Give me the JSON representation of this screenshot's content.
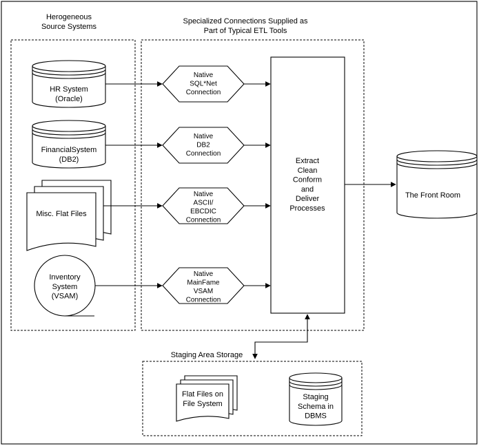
{
  "headers": {
    "sources": [
      "Herogeneous",
      "Source Systems"
    ],
    "connections": [
      "Specialized Connections Supplied as",
      "Part of Typical ETL Tools"
    ],
    "staging": "Staging Area Storage"
  },
  "sources": {
    "hr": [
      "HR System",
      "(Oracle)"
    ],
    "financial": [
      "FinancialSystem",
      "(DB2)"
    ],
    "flatfiles": [
      "Misc. Flat Files"
    ],
    "inventory": [
      "Inventory",
      "System",
      "(VSAM)"
    ]
  },
  "connections": {
    "sqlnet": [
      "Native",
      "SQL*Net",
      "Connection"
    ],
    "db2": [
      "Native",
      "DB2",
      "Connection"
    ],
    "ascii": [
      "Native",
      "ASCII/",
      "EBCDIC",
      "Connection"
    ],
    "mainframe": [
      "Native",
      "MainFame",
      "VSAM",
      "Connection"
    ]
  },
  "process": [
    "Extract",
    "Clean",
    "Conform",
    "and",
    "Deliver",
    "Processes"
  ],
  "front_room": [
    "The Front Room"
  ],
  "staging_items": {
    "flat": [
      "Flat Files on",
      "File System"
    ],
    "schema": [
      "Staging",
      "Schema in",
      "DBMS"
    ]
  }
}
